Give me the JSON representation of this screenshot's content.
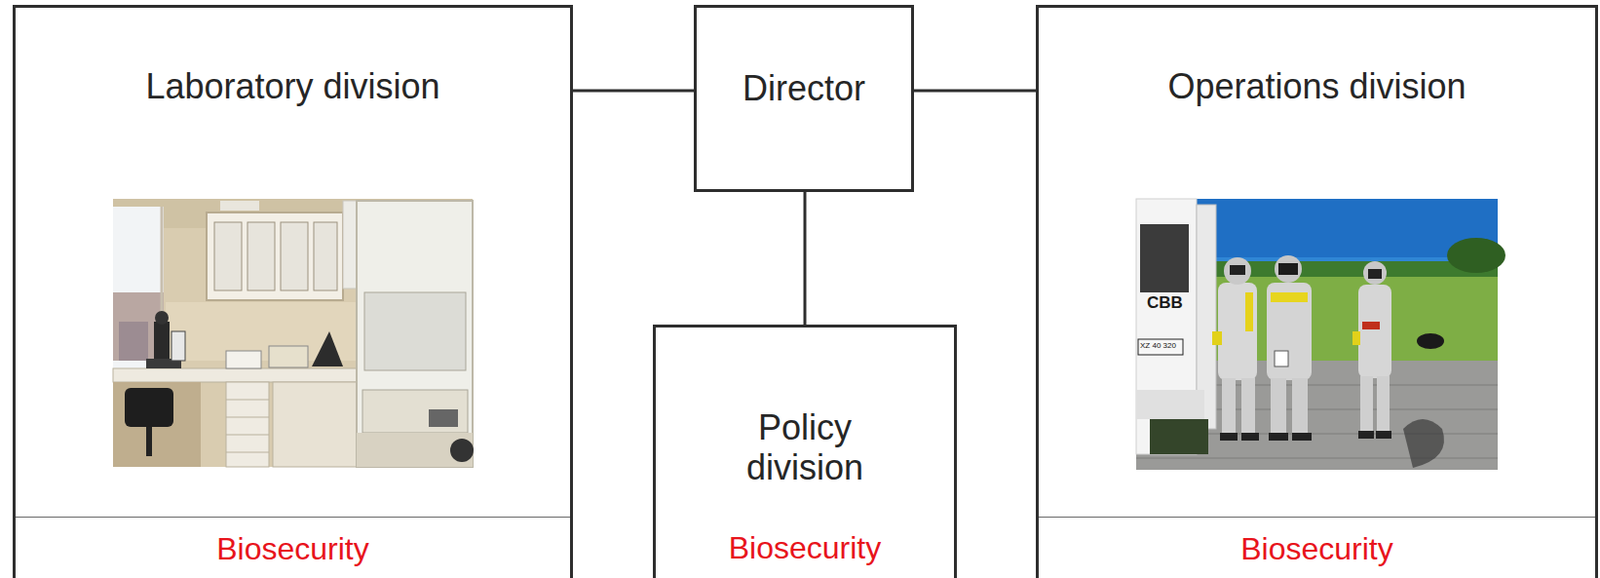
{
  "diagram": {
    "nodes": [
      {
        "text": [
          "Laboratory division",
          "Biosecurity"
        ]
      },
      {
        "text": [
          "Director"
        ]
      },
      {
        "text": [
          "Operations division",
          "Biosecurity"
        ]
      },
      {
        "text": [
          "Policy division",
          "Biosecurity"
        ]
      }
    ],
    "edges": [
      {
        "from": 1,
        "to": 0,
        "arrow": "none"
      },
      {
        "from": 1,
        "to": 2,
        "arrow": "none"
      },
      {
        "from": 1,
        "to": 3,
        "arrow": "none"
      }
    ],
    "labels": [
      "CBB",
      "XZ 40 320"
    ]
  }
}
